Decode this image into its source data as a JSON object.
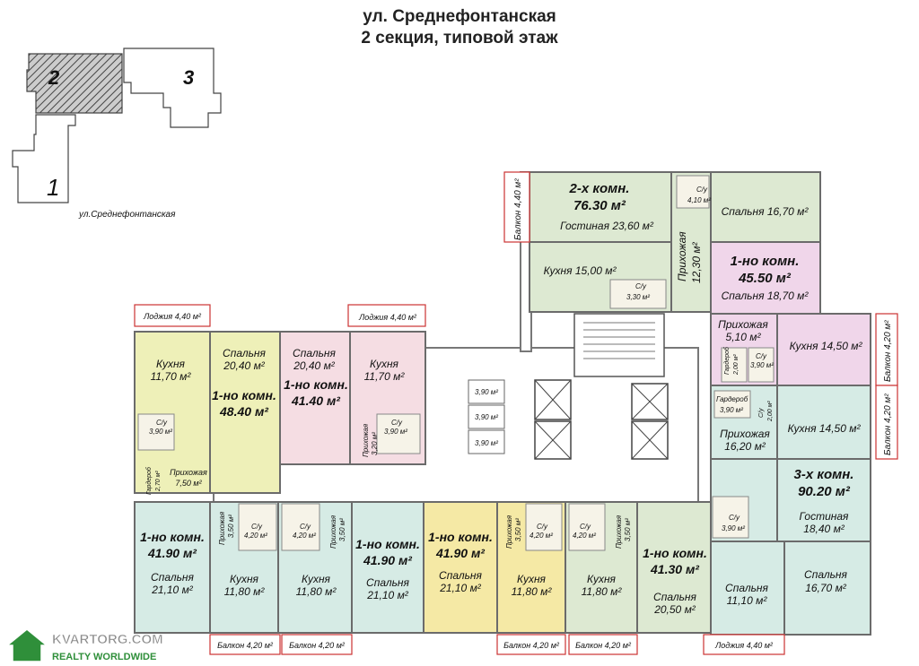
{
  "title": {
    "line1": "ул. Среднефонтанская",
    "line2": "2 секция, типовой этаж"
  },
  "keyplan": {
    "sec1": "1",
    "sec2": "2",
    "sec3": "3",
    "street": "ул.Среднефонтанская"
  },
  "colors": {
    "green": "#dde9d2",
    "yellow": "#eef0b8",
    "pink": "#f5dde3",
    "lilac": "#f0d6ea",
    "aqua": "#d6ebe5",
    "amber": "#f5e9a5",
    "gray": "#eeeeee",
    "wall": "#6b6b6b"
  },
  "labels": {
    "a1_type": "2-х комн.",
    "a1_area": "76.30 м²",
    "a1_liv": "Гостиная 23,60 м²",
    "a1_bed": "Спальня 16,70 м²",
    "a1_kit": "Кухня 15,00 м²",
    "a1_hall": "Прихожая",
    "a1_hall_v": "12,30 м²",
    "a1_su1": "С/у",
    "a1_su1v": "4,10 м²",
    "a1_su2": "С/у",
    "a1_su2v": "3,30 м²",
    "a1_balc": "Балкон 4,40 м²",
    "a2_type": "1-но комн.",
    "a2_area": "45.50 м²",
    "a2_bed": "Спальня 18,70 м²",
    "a2_hall": "Прихожая",
    "a2_hall_v": "5,10 м²",
    "a2_kit": "Кухня 14,50 м²",
    "a2_gard": "Гардероб",
    "a2_gard_v": "2,00 м²",
    "a2_su": "С/у",
    "a2_su_v": "3,90 м²",
    "a2_balc": "Балкон 4,20 м²",
    "a3_gard": "Гардероб",
    "a3_gard_v": "3,90 м²",
    "a3_su": "С/у",
    "a3_su_v": "2,00 м²",
    "a3_hall": "Прихожая",
    "a3_hall_v": "16,20 м²",
    "a3_kit": "Кухня 14,50 м²",
    "a3_balc": "Балкон 4,20 м²",
    "a3_type": "3-х комн.",
    "a3_area": "90.20 м²",
    "a3_liv": "Гостиная",
    "a3_liv_v": "18,40 м²",
    "a3_su2": "С/у",
    "a3_su2v": "3,90 м²",
    "a3_bed1": "Спальня",
    "a3_bed1v": "11,10 м²",
    "a3_bed2": "Спальня",
    "a3_bed2v": "16,70 м²",
    "a3_logg": "Лоджия 4,40 м²",
    "b1_logg": "Лоджия 4,40 м²",
    "b1_kit": "Кухня",
    "b1_kit_v": "11,70 м²",
    "b1_su": "С/у",
    "b1_su_v": "3,90 м²",
    "b1_gard": "Гардероб",
    "b1_gard_v": "2,70 м²",
    "b1_hall": "Прихожая",
    "b1_hall_v": "7,50 м²",
    "b2_bed": "Спальня",
    "b2_bed_v": "20,40 м²",
    "b2_type": "1-но комн.",
    "b2_area": "48.40 м²",
    "b3_logg": "Лоджия 4,40 м²",
    "b3_bed": "Спальня",
    "b3_bed_v": "20,40 м²",
    "b3_type": "1-но комн.",
    "b3_area": "41.40 м²",
    "b3_kit": "Кухня",
    "b3_kit_v": "11,70 м²",
    "b3_hall": "Прихожая",
    "b3_hall_v": "3,20 м²",
    "b3_su": "С/у",
    "b3_su_v": "3,90 м²",
    "core_1": "3,90 м²",
    "core_2": "3,90 м²",
    "core_3": "3,90 м²",
    "c1_type": "1-но комн.",
    "c1_area": "41.90 м²",
    "c1_bed": "Спальня",
    "c1_bed_v": "21,10 м²",
    "c1_hall": "Прихожая",
    "c1_hall_v": "3,50 м²",
    "c1_su": "С/у",
    "c1_su_v": "4,20 м²",
    "c1_kit": "Кухня",
    "c1_kit_v": "11,80 м²",
    "c1_balc": "Балкон 4,20 м²",
    "c2_su": "С/у",
    "c2_su_v": "4,20 м²",
    "c2_hall": "Прихожая",
    "c2_hall_v": "3,50 м²",
    "c2_kit": "Кухня",
    "c2_kit_v": "11,80 м²",
    "c2_type": "1-но комн.",
    "c2_area": "41.90 м²",
    "c2_bed": "Спальня",
    "c2_bed_v": "21,10 м²",
    "c2_balc": "Балкон 4,20 м²",
    "c3_type": "1-но комн.",
    "c3_area": "41.90 м²",
    "c3_bed": "Спальня",
    "c3_bed_v": "21,10 м²",
    "c3_hall": "Прихожая",
    "c3_hall_v": "3,50 м²",
    "c3_su": "С/у",
    "c3_su_v": "4,20 м²",
    "c3_kit": "Кухня",
    "c3_kit_v": "11,80 м²",
    "c3_balc": "Балкон 4,20 м²",
    "c4_su": "С/у",
    "c4_su_v": "4,20 м²",
    "c4_hall": "Прихожая",
    "c4_hall_v": "3,50 м²",
    "c4_kit": "Кухня",
    "c4_kit_v": "11,80 м²",
    "c4_balc": "Балкон 4,20 м²",
    "c5_type": "1-но комн.",
    "c5_area": "41.30 м²",
    "c5_bed": "Спальня",
    "c5_bed_v": "20,50 м²"
  },
  "watermark": {
    "line1": "KVARTORG.COM",
    "line2": "REALTY WORLDWIDE"
  }
}
